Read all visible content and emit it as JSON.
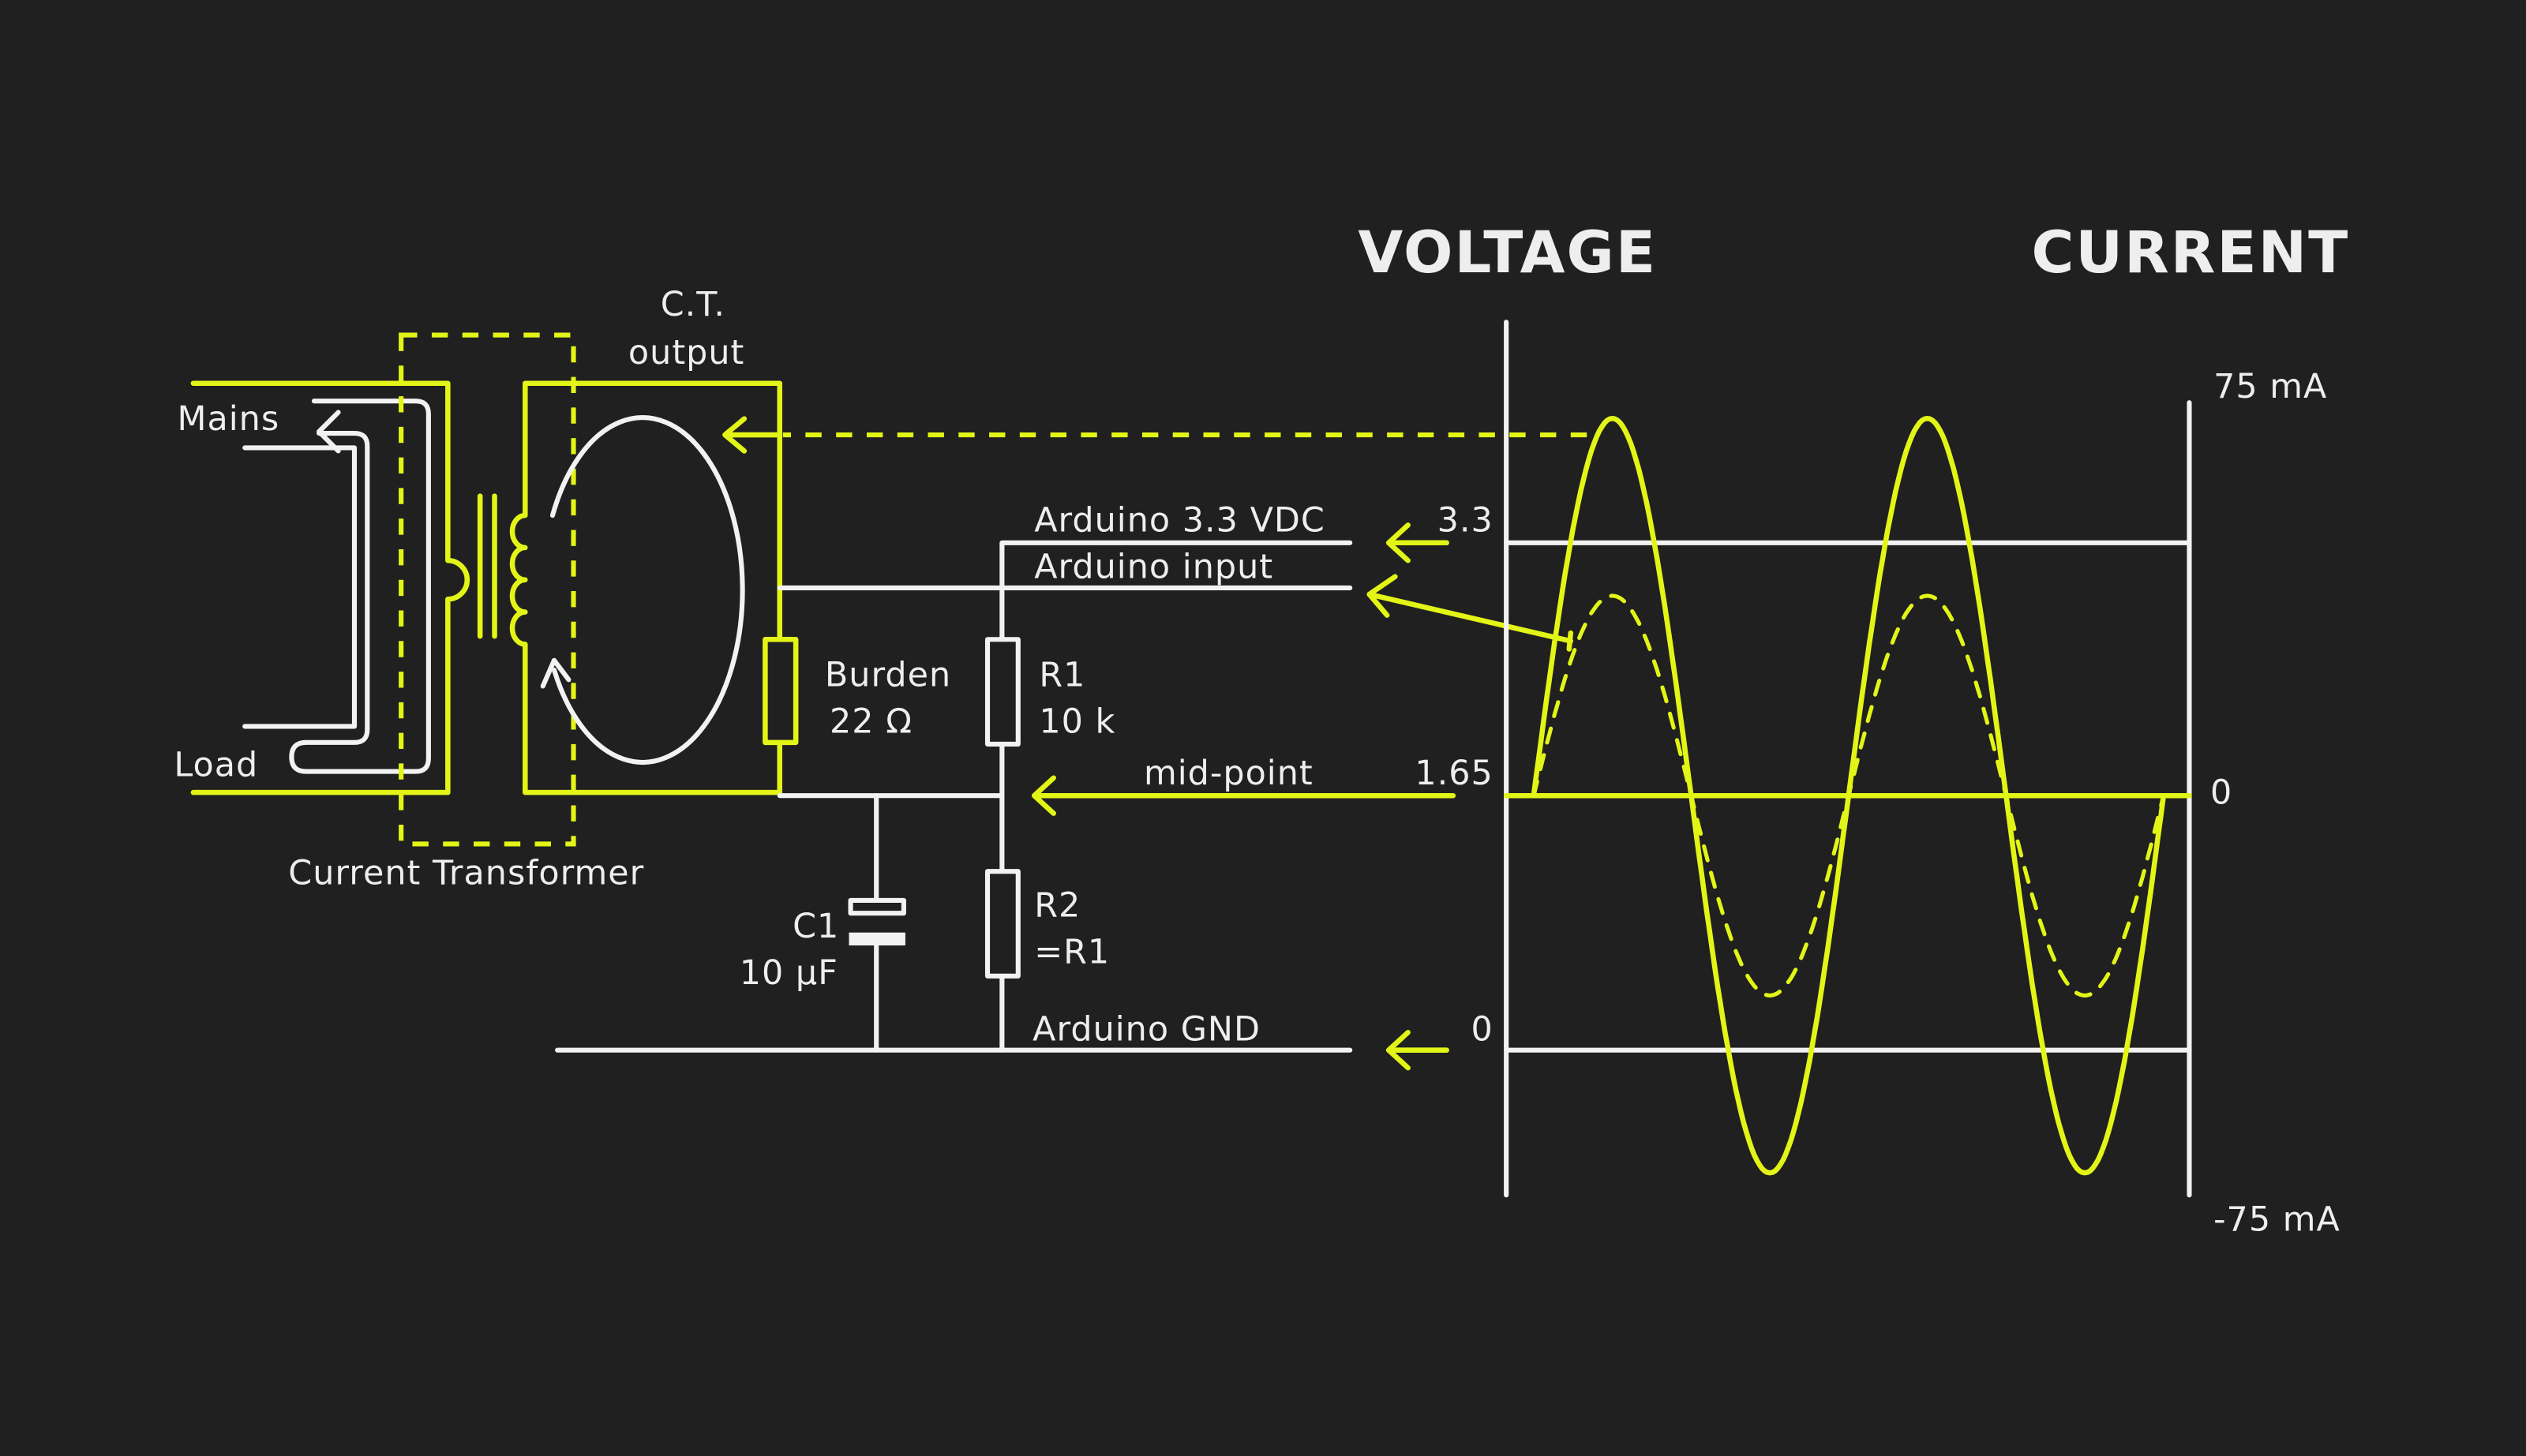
{
  "colors": {
    "background": "#202020",
    "accent": "#e2f516",
    "line": "#f2f2f2"
  },
  "labels": {
    "mains": "Mains",
    "load": "Load",
    "ct_output_1": "C.T.",
    "ct_output_2": "output",
    "current_transformer": "Current Transformer",
    "burden": "Burden",
    "burden_value": "22 Ω",
    "r1": "R1",
    "r1_value": "10 k",
    "r2": "R2",
    "r2_value": "=R1",
    "c1": "C1",
    "c1_value": "10 µF",
    "arduino_vdc": "Arduino 3.3 VDC",
    "arduino_input": "Arduino input",
    "mid_point": "mid-point",
    "arduino_gnd": "Arduino GND"
  },
  "chart_data": {
    "type": "line",
    "titles": {
      "voltage": "VOLTAGE",
      "current": "CURRENT"
    },
    "voltage_ticks": [
      "3.3",
      "1.65",
      "0"
    ],
    "voltage_range": [
      0,
      3.3
    ],
    "current_ticks": [
      "75 mA",
      "0",
      "-75 mA"
    ],
    "current_range": [
      -75,
      75
    ],
    "cycles": 2,
    "series": [
      {
        "name": "CT current",
        "style": "solid",
        "amplitude_mA": 72
      },
      {
        "name": "Arduino input voltage",
        "style": "dashed",
        "offset_V": 1.65,
        "amplitude_V": 1.3
      }
    ]
  }
}
